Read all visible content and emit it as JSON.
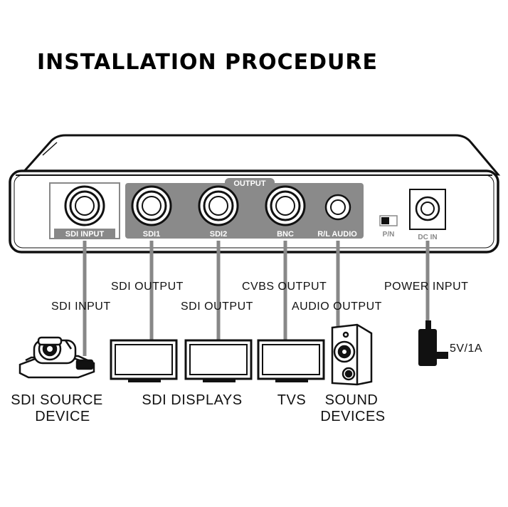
{
  "title": "INSTALLATION PROCEDURE",
  "device": {
    "output_group": "OUTPUT",
    "ports": {
      "sdi_input": "SDI INPUT",
      "sdi1": "SDI1",
      "sdi2": "SDI2",
      "bnc": "BNC",
      "rl_audio": "R/L AUDIO",
      "pn": "P/N",
      "dc_in": "DC IN"
    }
  },
  "connections": {
    "sdi_input": "SDI INPUT",
    "sdi_output_1": "SDI OUTPUT",
    "sdi_output_2": "SDI OUTPUT",
    "cvbs_output": "CVBS OUTPUT",
    "audio_output": "AUDIO OUTPUT",
    "power_input": "POWER INPUT",
    "power_spec": "5V/1A"
  },
  "devices": {
    "source_line1": "SDI SOURCE",
    "source_line2": "DEVICE",
    "displays": "SDI DISPLAYS",
    "tvs": "TVS",
    "sound_line1": "SOUND",
    "sound_line2": "DEVICES"
  }
}
